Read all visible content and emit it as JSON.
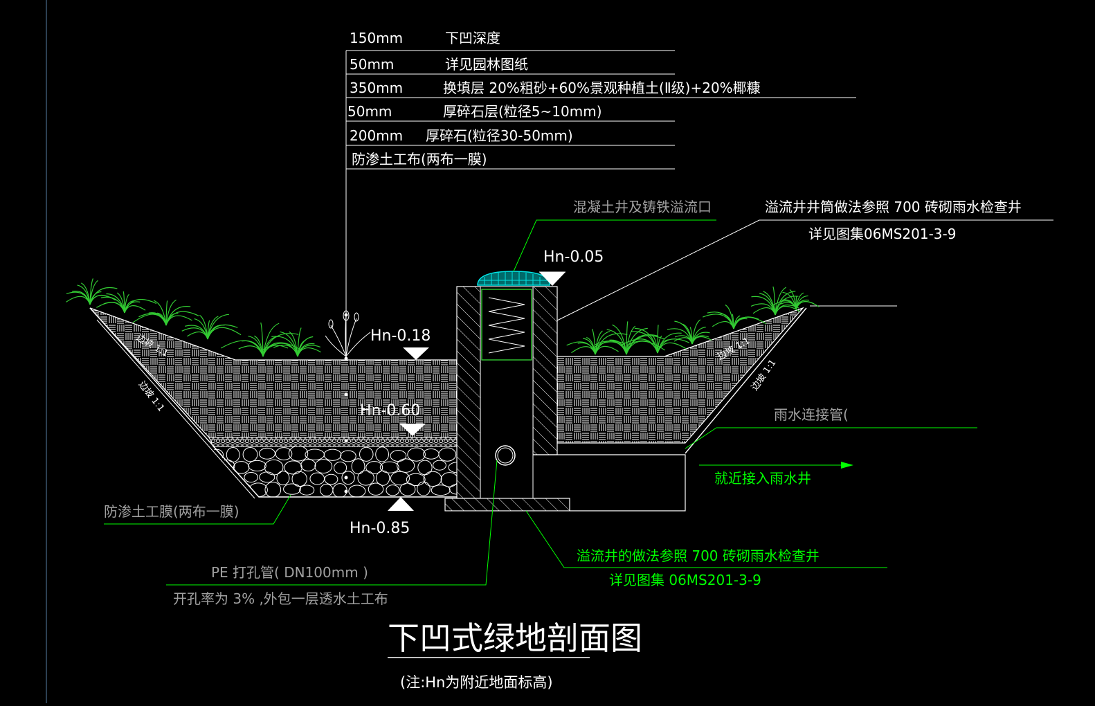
{
  "layers": [
    {
      "thickness": "150mm",
      "desc": "下凹深度"
    },
    {
      "thickness": "50mm",
      "desc": "详见园林图纸"
    },
    {
      "thickness": "350mm",
      "desc": "换填层 20%粗砂+60%景观种植土(Ⅱ级)+20%椰糠"
    },
    {
      "thickness": "50mm",
      "desc": "厚碎石层(粒径5~10mm)"
    },
    {
      "thickness": "200mm",
      "desc": "厚碎石(粒径30-50mm)"
    },
    {
      "thickness": "",
      "desc": "防渗土工布(两布一膜)"
    }
  ],
  "elevations": {
    "e005": "Hn-0.05",
    "e018": "Hn-0.18",
    "e060": "Hn-0.60",
    "e085": "Hn-0.85"
  },
  "labels": {
    "grate": "混凝土井及铸铁溢流口",
    "overflow_shaft_1": "溢流井井筒做法参照   700 砖砌雨水检查井",
    "overflow_shaft_2": "详见图集06MS201-3-9",
    "slope_left": "边坡 1:1",
    "slope_right": "边坡 1:1",
    "slope_top_left": "边坡 1:1",
    "slope_top_right": "边坡 1:1",
    "rain_pipe": "雨水连接管(",
    "to_well": "就近接入雨水井",
    "membrane": "防渗土工膜(两布一膜)",
    "pe_pipe_1": "PE 打孔管(    DN100mm        )",
    "pe_pipe_2": "开孔率为  3% ,外包一层透水土工布",
    "overflow_well_1": "溢流井的做法参照    700   砖砌雨水检查井",
    "overflow_well_2": "详见图集  06MS201-3-9"
  },
  "title": "下凹式绿地剖面图",
  "note": "(注:Hn为附近地面标高)",
  "colors": {
    "white": "#ffffff",
    "green": "#00ff00",
    "grey": "#a0a0a0",
    "cyan": "#00e5e5",
    "plant": "#33cc33"
  }
}
